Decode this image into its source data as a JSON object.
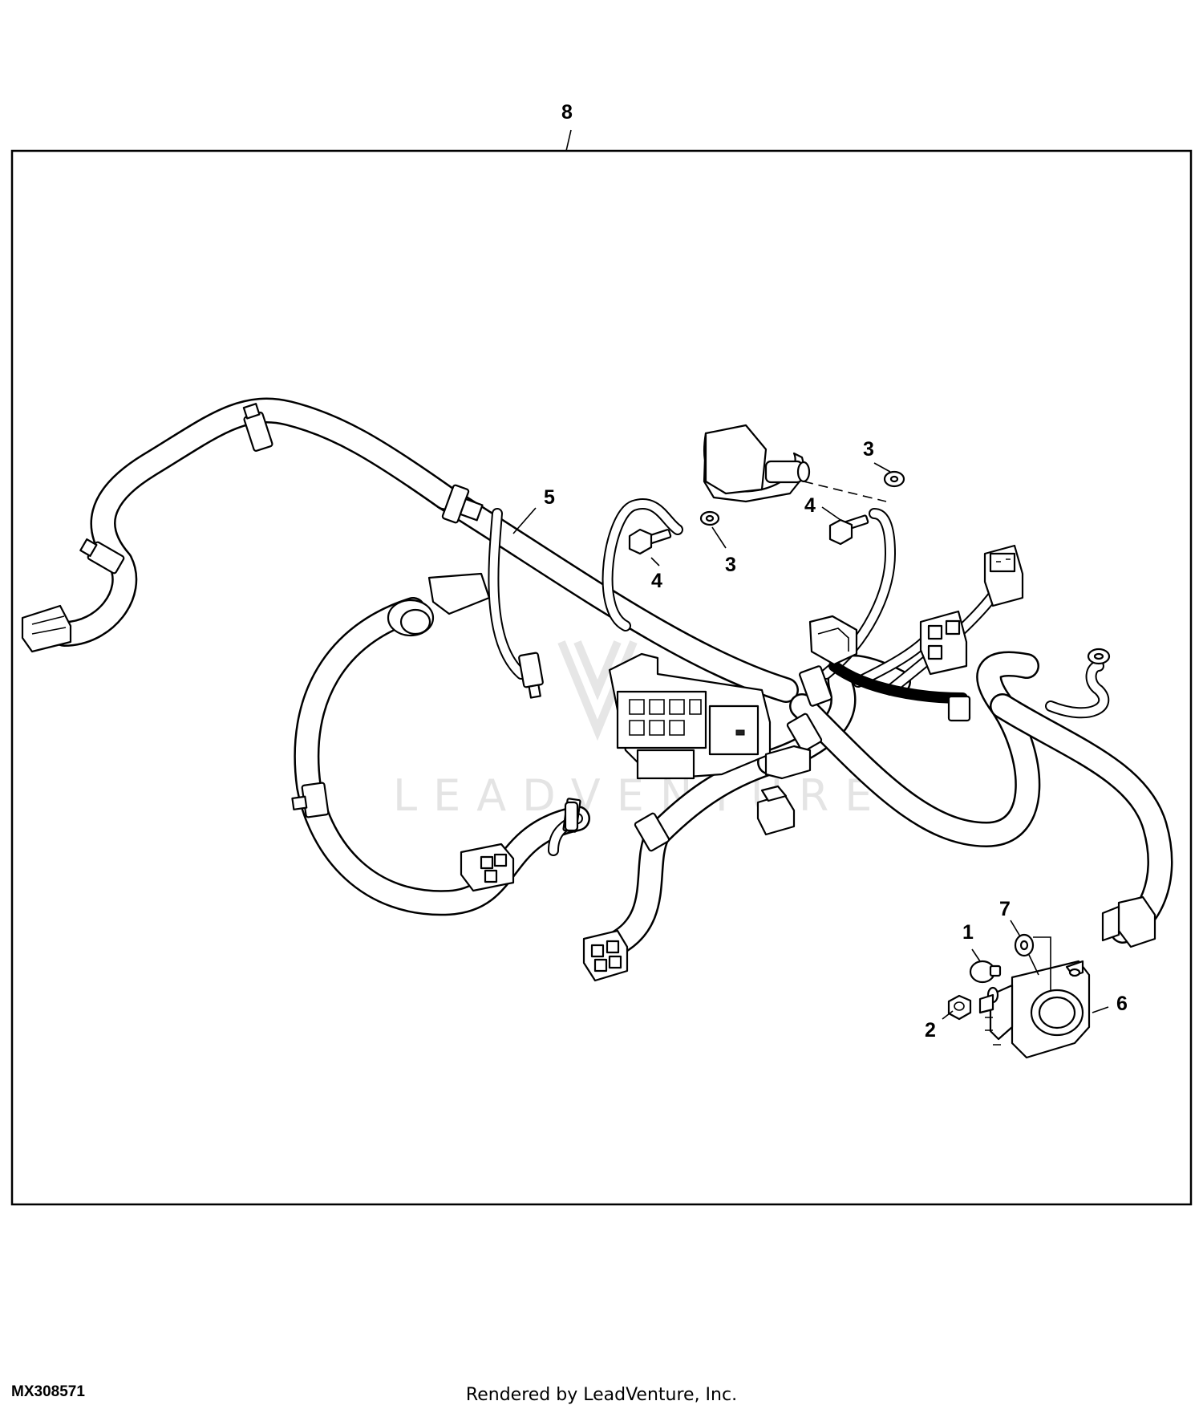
{
  "diagram": {
    "watermark": "LEADVENTURE",
    "callouts": {
      "c1": "1",
      "c2": "2",
      "c3a": "3",
      "c3b": "3",
      "c4a": "4",
      "c4b": "4",
      "c5": "5",
      "c6": "6",
      "c7": "7",
      "c8": "8"
    }
  },
  "footer": {
    "figure_id": "MX308571",
    "credit": "Rendered by LeadVenture, Inc."
  }
}
